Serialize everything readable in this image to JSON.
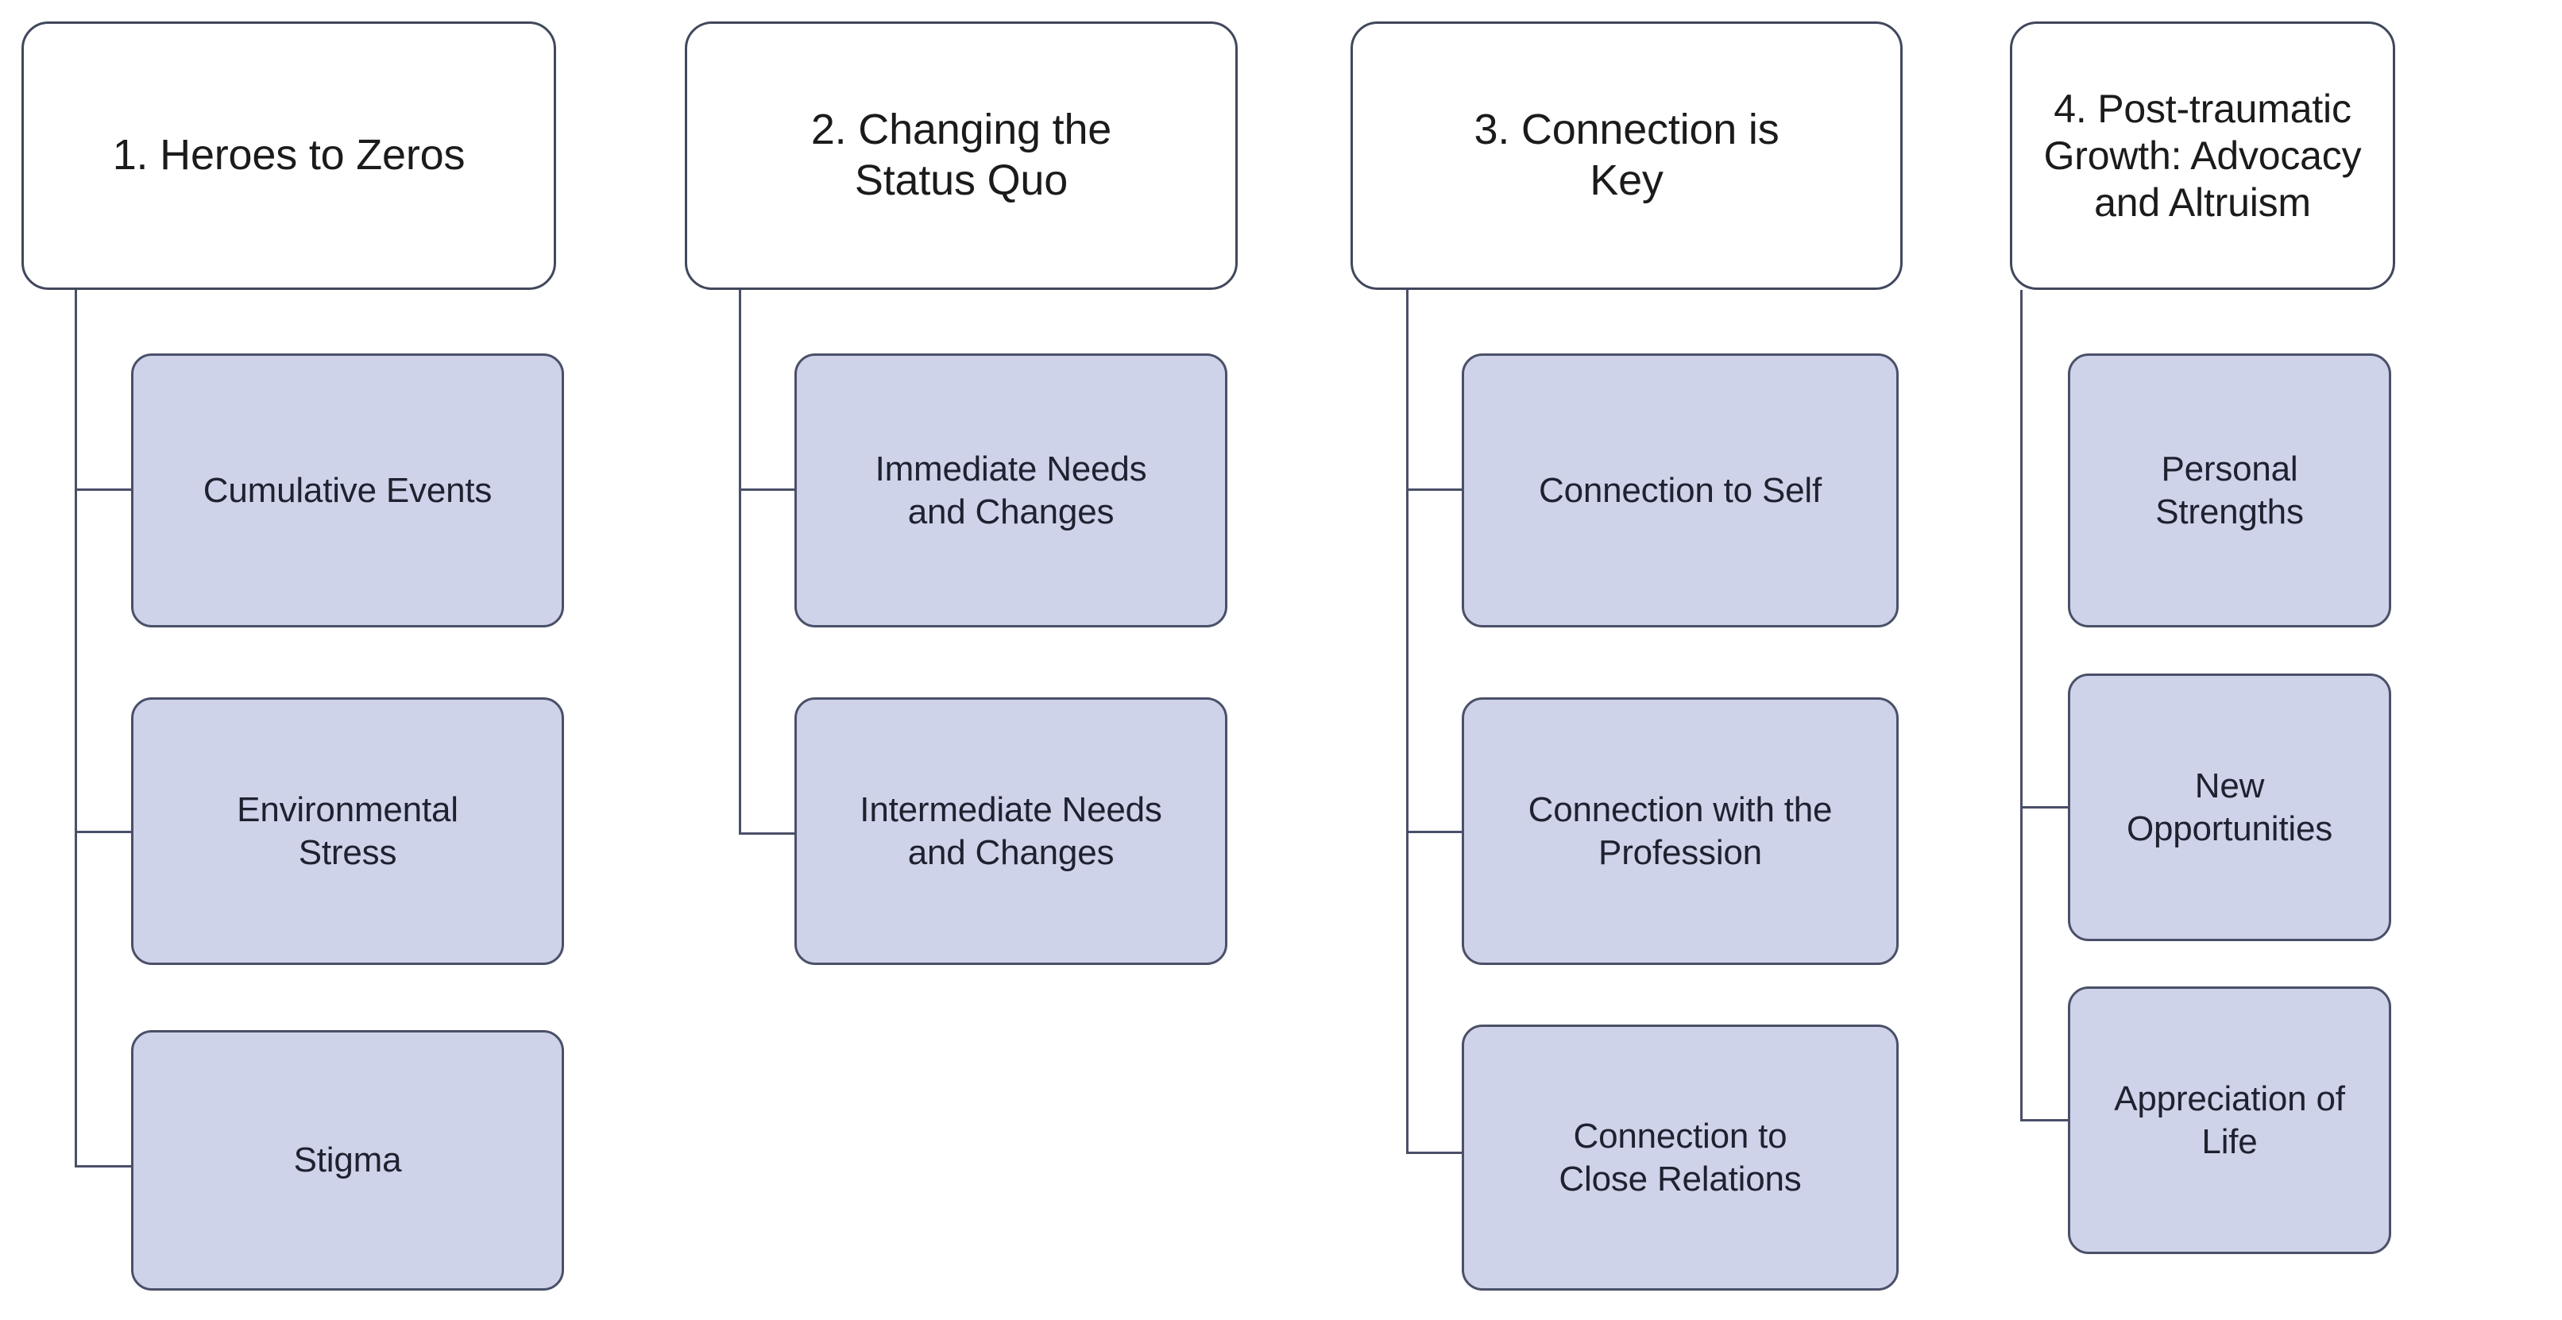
{
  "diagram": {
    "title_visible": false,
    "type": "hierarchy-tree",
    "background_color": "#ffffff",
    "header_fill": "#ffffff",
    "header_border": "#41485c",
    "child_fill": "#ced3e9",
    "child_border": "#4a5068",
    "line_color": "#4a5068",
    "text_color": "#1b1b1b"
  },
  "columns": [
    {
      "id": "theme-1",
      "header": "1. Heroes to Zeros",
      "header_lines": [
        "1. Heroes to Zeros"
      ],
      "children": [
        {
          "label": "Cumulative Events",
          "lines": [
            "Cumulative Events"
          ]
        },
        {
          "label": "Environmental Stress",
          "lines": [
            "Environmental",
            "Stress"
          ]
        },
        {
          "label": "Stigma",
          "lines": [
            "Stigma"
          ]
        }
      ]
    },
    {
      "id": "theme-2",
      "header": "2. Changing the Status Quo",
      "header_lines": [
        "2. Changing the",
        "Status Quo"
      ],
      "children": [
        {
          "label": "Immediate Needs and Changes",
          "lines": [
            "Immediate Needs",
            "and Changes"
          ]
        },
        {
          "label": "Intermediate Needs and Changes",
          "lines": [
            "Intermediate Needs",
            "and Changes"
          ]
        }
      ]
    },
    {
      "id": "theme-3",
      "header": "3. Connection is Key",
      "header_lines": [
        "3. Connection is",
        "Key"
      ],
      "children": [
        {
          "label": "Connection to Self",
          "lines": [
            "Connection to Self"
          ]
        },
        {
          "label": "Connection with the Profession",
          "lines": [
            "Connection with the",
            "Profession"
          ]
        },
        {
          "label": "Connection to Close Relations",
          "lines": [
            "Connection to",
            "Close Relations"
          ]
        }
      ]
    },
    {
      "id": "theme-4",
      "header": "4. Post-traumatic Growth: Advocacy and Altruism",
      "header_lines": [
        "4. Post-traumatic",
        "Growth: Advocacy",
        "and Altruism"
      ],
      "children": [
        {
          "label": "Personal Strengths",
          "lines": [
            "Personal",
            "Strengths"
          ]
        },
        {
          "label": "New Opportunities",
          "lines": [
            "New",
            "Opportunities"
          ]
        },
        {
          "label": "Appreciation of Life",
          "lines": [
            "Appreciation of",
            "Life"
          ]
        }
      ]
    }
  ]
}
